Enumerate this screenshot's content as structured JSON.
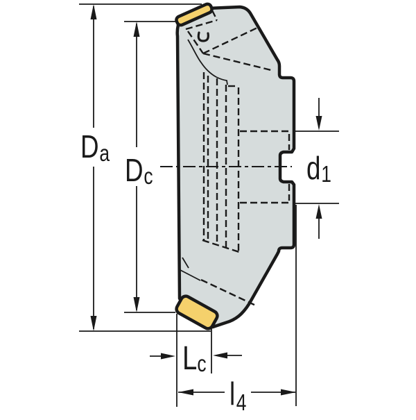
{
  "labels": {
    "da": {
      "main": "D",
      "sub": "a"
    },
    "dc": {
      "main": "D",
      "sub": "c"
    },
    "d1": {
      "main": "d",
      "sub": "1"
    },
    "lc": {
      "main": "L",
      "sub": "c"
    },
    "l4": {
      "main": "l",
      "sub": "4"
    }
  },
  "colors": {
    "background": "#ffffff",
    "body_fill": "#d6dcdc",
    "insert_fill": "#f5d16c",
    "line": "#1a1a1a"
  }
}
